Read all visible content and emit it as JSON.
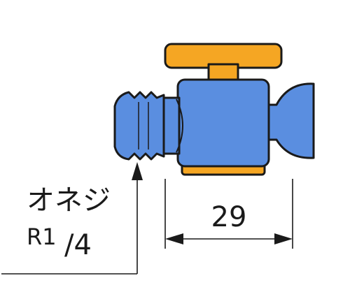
{
  "thread": {
    "label_line1": "オネジ",
    "label_line2_prefix": "R1",
    "label_line2_suffix": "/4"
  },
  "dimension": {
    "value": "29"
  },
  "colors": {
    "body_blue": "#5a8ee0",
    "body_blue_dark": "#2f5fae",
    "handle_orange": "#f5a623",
    "outline": "#1a1a1a",
    "background": "#ffffff"
  },
  "icons": {
    "valve": "ball-valve-icon",
    "arrow_up": "arrow-up-icon",
    "arrow_left": "arrow-left-icon",
    "arrow_right": "arrow-right-icon"
  }
}
